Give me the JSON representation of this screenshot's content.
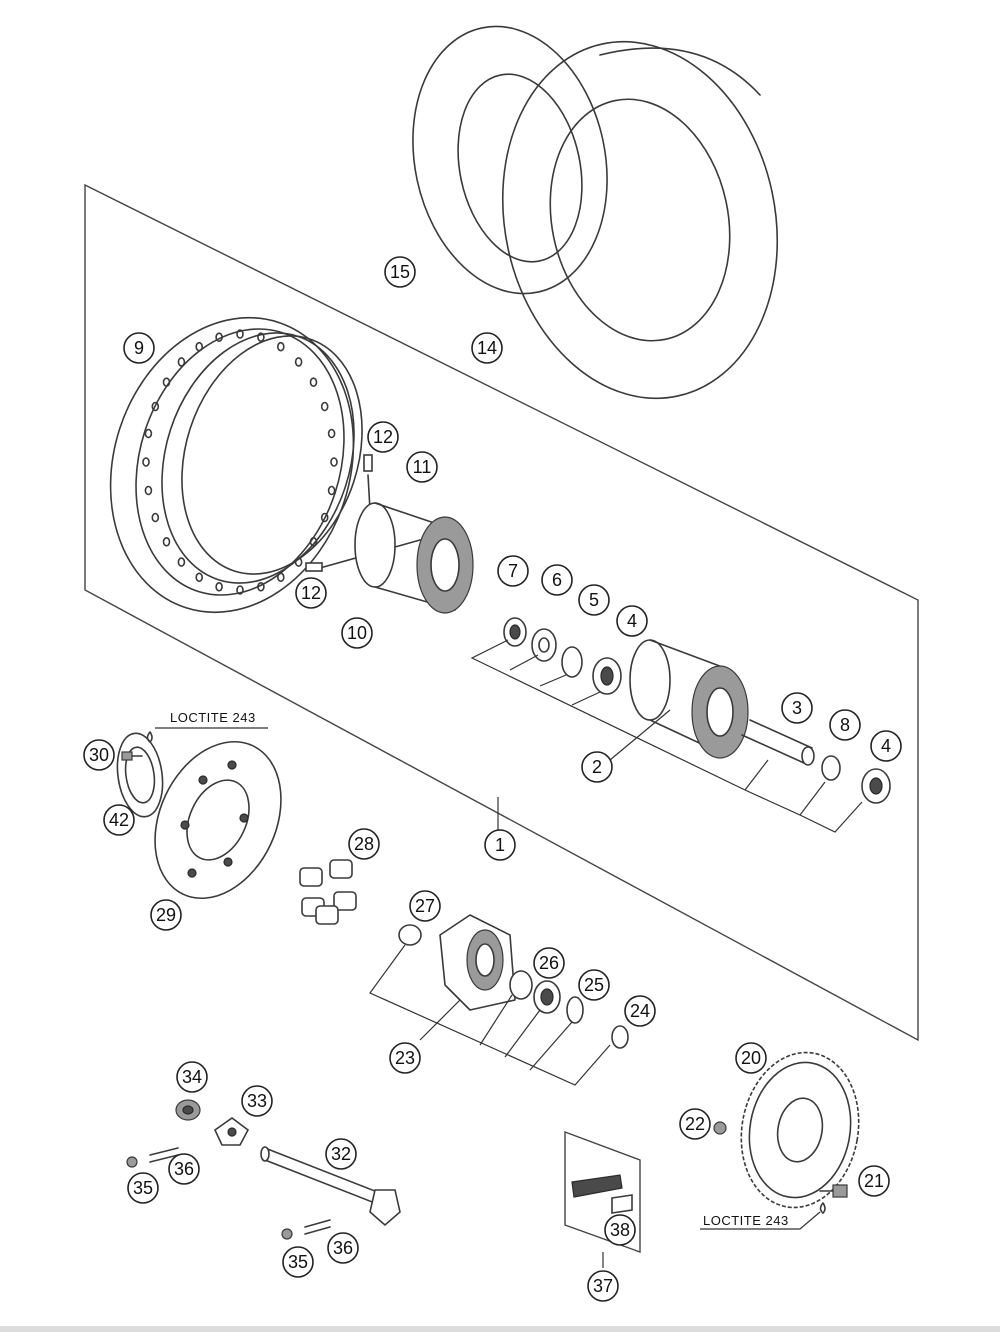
{
  "callouts": {
    "c1": "1",
    "c2": "2",
    "c3": "3",
    "c4a": "4",
    "c4b": "4",
    "c5": "5",
    "c6": "6",
    "c7": "7",
    "c8": "8",
    "c9": "9",
    "c10": "10",
    "c11": "11",
    "c12a": "12",
    "c12b": "12",
    "c14": "14",
    "c15": "15",
    "c20": "20",
    "c21": "21",
    "c22": "22",
    "c23": "23",
    "c24": "24",
    "c25": "25",
    "c26": "26",
    "c27": "27",
    "c28": "28",
    "c29": "29",
    "c30": "30",
    "c32": "32",
    "c33": "33",
    "c34": "34",
    "c35a": "35",
    "c35b": "35",
    "c36a": "36",
    "c36b": "36",
    "c37": "37",
    "c38": "38",
    "c42": "42"
  },
  "notes": {
    "loctite_top": "LOCTITE 243",
    "loctite_bottom": "LOCTITE 243"
  }
}
